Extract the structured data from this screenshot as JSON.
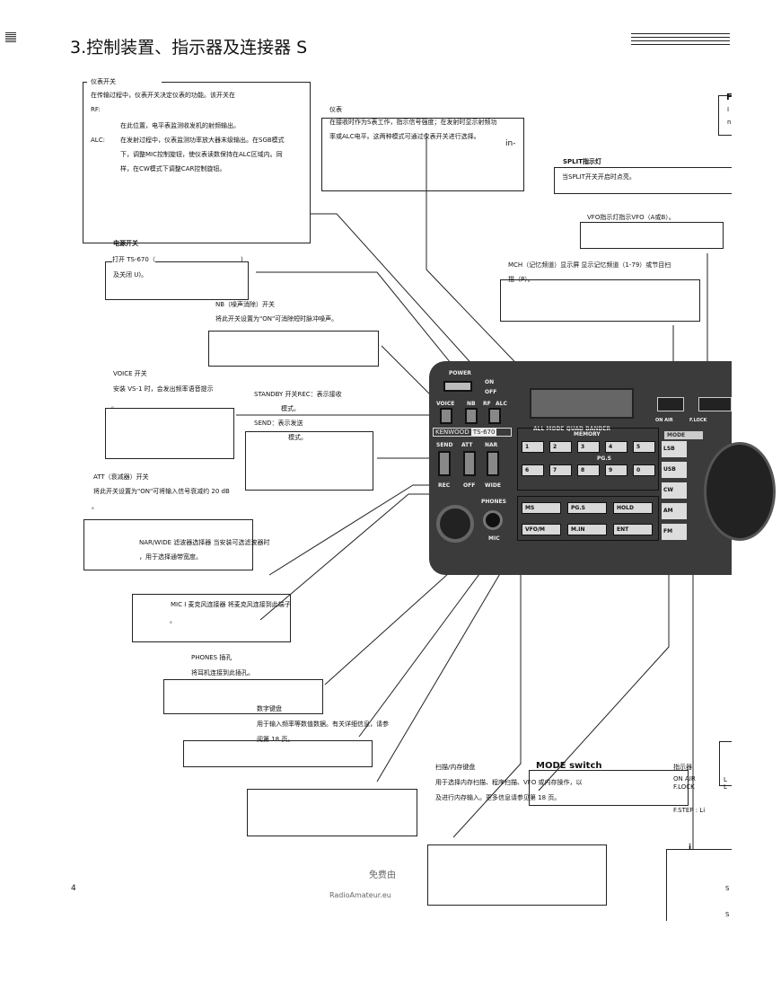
{
  "page": {
    "title": "3.控制装置、指示器及连接器 S",
    "page_number": "4",
    "footer_line1": "免费由",
    "footer_line2": "RadioAmateur.eu"
  },
  "meter_switch": {
    "title": "仪表开关",
    "intro": "在传输过程中，仪表开关决定仪表的功能。该开关在",
    "rf_label": "RF:",
    "rf_text": "在此位置，电平表监测收发机的射频输出。",
    "alc_label": "ALC:",
    "alc_line1": "在发射过程中，仪表监测功率放大器末级输出。在SGB模式",
    "alc_line2": "下，调整MIC控制旋钮，使仪表读数保持在ALC区域内。同",
    "alc_line3": "样，在CW模式下调整CAR控制旋钮。"
  },
  "meter": {
    "title": "仪表",
    "line1": "在接收时作为S表工作，指示信号强度；在发射时显示射频功",
    "line2": "率或ALC电平。这两种模式可通过仪表开关进行选择。",
    "fragment": "in-"
  },
  "split": {
    "title": "SPLIT指示灯",
    "text": "当SPLIT开关开启时点亮。"
  },
  "vfo": {
    "text": "VFO指示灯指示VFO（A或B）。"
  },
  "mch": {
    "line1": "MCH（记忆频道）显示屏 显示记忆频道（1-79）或节目扫",
    "line2": "描（P）。"
  },
  "power": {
    "title": "电源开关",
    "line1": "打开 TS-670（",
    "paren": ")",
    "line2": "及关闭 U)。"
  },
  "nb": {
    "title": "NB（噪声消除）开关",
    "text": "将此开关设置为\"ON\"可消除短时脉冲噪声。"
  },
  "voice": {
    "title": "VOICE 开关",
    "text": "安装 VS-1 时，会发出频率语音提示",
    "dot": "。"
  },
  "standby": {
    "line1": "STANDBY 开关REC：表示接收",
    "line2": "模式。",
    "line3": "SEND：表示发送",
    "line4": "模式。"
  },
  "att": {
    "title": "ATT（衰减器）开关",
    "text": "将此开关设置为\"ON\"可将输入信号衰减约 20 dB",
    "dot": "。"
  },
  "narwide": {
    "line1": "NAR/WIDE 滤波器选择器 当安装可选滤波器时",
    "line2": "，用于选择通带宽度。"
  },
  "mic": {
    "line1": "MIC I 麦克风连接器 将麦克风连接到此端子",
    "dot": "。"
  },
  "phones": {
    "title": "PHONES 插孔",
    "text": "将耳机连接到此插孔。"
  },
  "keypad": {
    "title": "数字键盘",
    "line1": "用于输入频率等数值数据。有关详细信息，请参",
    "line2": "阅第 18 页。"
  },
  "scan": {
    "title": "扫描/内存键盘",
    "line1": "用于选择内存扫描、程序扫描、VFO 或内存操作，以",
    "line2": "及进行内存输入。更多信息请参见第 18 页。",
    "mode_fragment": "MODE switch"
  },
  "indicators": {
    "title": "指示器",
    "on_air": "ON AIR",
    "f_lock": "F.LOCK",
    "f_step": "F.STEP : Li",
    "fragment": "i"
  },
  "right_fragments": {
    "f": "F",
    "l1": "I",
    "l2": "n",
    "ls1": "L",
    "ls2": "L",
    "s1": "S",
    "s2": "S"
  },
  "radio": {
    "brand": "KENWOOD",
    "model": "TS-670",
    "power": "POWER",
    "on": "ON",
    "off": "OFF",
    "voice": "VOICE",
    "nb": "NB",
    "rf": "RF",
    "alc": "ALC",
    "send": "SEND",
    "att": "ATT",
    "nar": "NAR",
    "rec": "REC",
    "att_off": "OFF",
    "wide": "WIDE",
    "phones": "PHONES",
    "mic": "MIC",
    "banner": "ALL MODE QUAD BANDER",
    "memory": "MEMORY",
    "pgs_label": "PG.S",
    "on_air": "ON AIR",
    "f_lock": "F.LOCK",
    "mode": "MODE",
    "digits": [
      "1",
      "2",
      "3",
      "4",
      "5",
      "6",
      "7",
      "8",
      "9",
      "0"
    ],
    "scan_keys": [
      "MS",
      "PG.S",
      "HOLD",
      "VFO/M",
      "M.IN",
      "ENT"
    ],
    "modes": [
      "LSB",
      "USB",
      "CW",
      "AM",
      "FM"
    ]
  }
}
